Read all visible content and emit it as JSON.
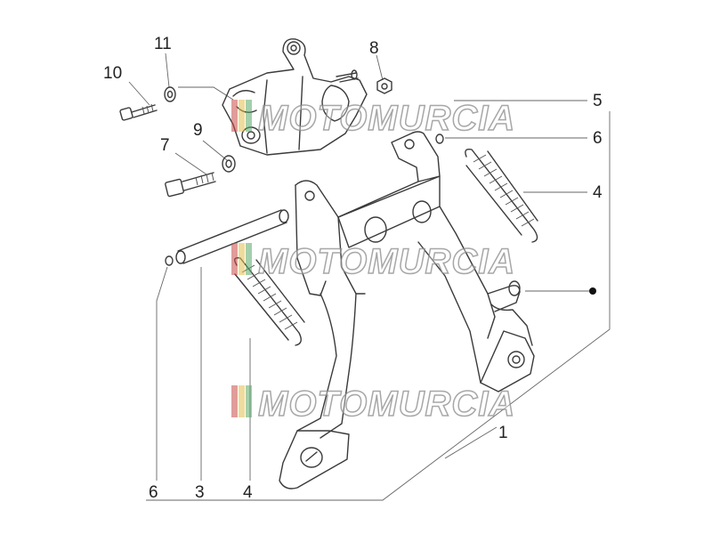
{
  "diagram": {
    "callouts": [
      {
        "id": "c10",
        "label": "10"
      },
      {
        "id": "c11",
        "label": "11"
      },
      {
        "id": "c8",
        "label": "8"
      },
      {
        "id": "c5",
        "label": "5"
      },
      {
        "id": "c9",
        "label": "9"
      },
      {
        "id": "c7",
        "label": "7"
      },
      {
        "id": "c6r",
        "label": "6"
      },
      {
        "id": "c4r",
        "label": "4"
      },
      {
        "id": "c1",
        "label": "1"
      },
      {
        "id": "c6b",
        "label": "6"
      },
      {
        "id": "c3",
        "label": "3"
      },
      {
        "id": "c4b",
        "label": "4"
      }
    ]
  },
  "watermark": {
    "text": "MOTOMURCIA",
    "colors": [
      "#c94a4a",
      "#e2c04a",
      "#5aa86a"
    ]
  },
  "colors": {
    "line": "#3a3a3a",
    "background": "#ffffff"
  }
}
